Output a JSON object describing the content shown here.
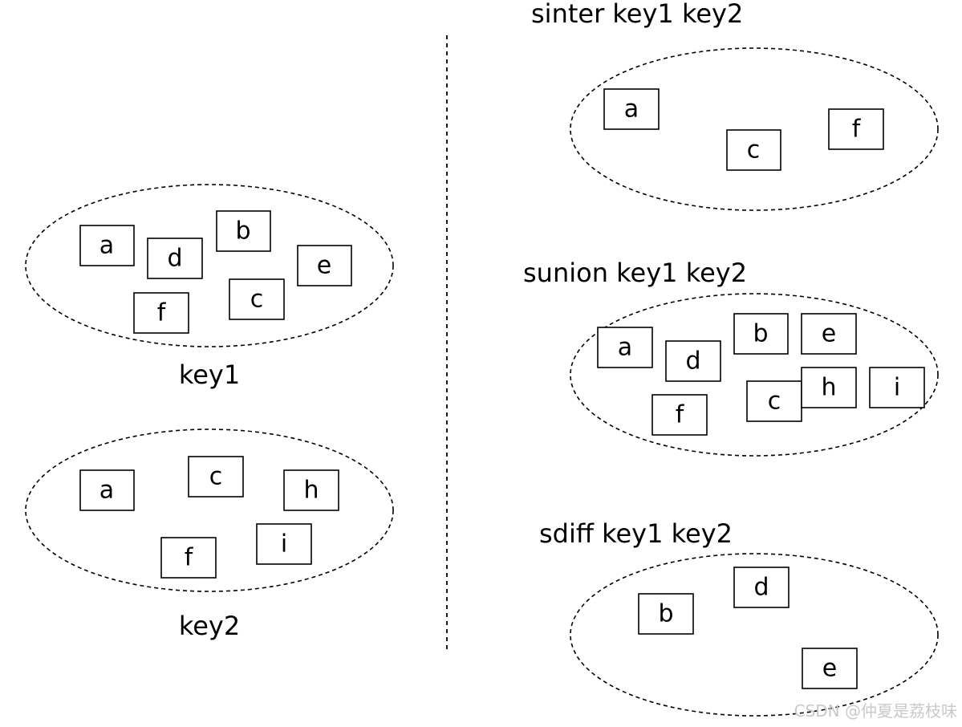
{
  "left": {
    "key1": {
      "caption": "key1",
      "members": [
        "a",
        "d",
        "b",
        "e",
        "f",
        "c"
      ]
    },
    "key2": {
      "caption": "key2",
      "members": [
        "a",
        "c",
        "h",
        "f",
        "i"
      ]
    }
  },
  "right": {
    "sinter": {
      "caption": "sinter key1 key2",
      "members": [
        "a",
        "c",
        "f"
      ]
    },
    "sunion": {
      "caption": "sunion key1 key2",
      "members": [
        "a",
        "d",
        "b",
        "e",
        "f",
        "c",
        "h",
        "i"
      ]
    },
    "sdiff": {
      "caption": "sdiff key1 key2",
      "members": [
        "b",
        "d",
        "e"
      ]
    }
  },
  "watermark": "CSDN @仲夏是荔枝味"
}
